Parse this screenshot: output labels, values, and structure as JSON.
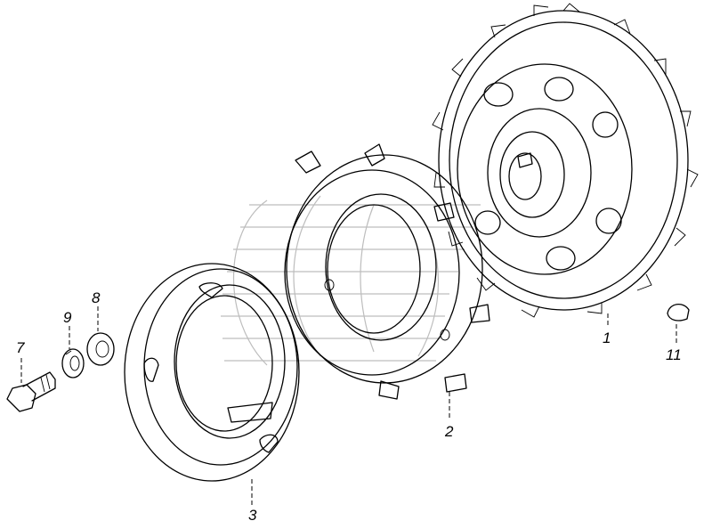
{
  "parts": [
    {
      "id": "gear",
      "label": "1"
    },
    {
      "id": "ring",
      "label": "2"
    },
    {
      "id": "flange",
      "label": "3"
    },
    {
      "id": "bolt",
      "label": "7"
    },
    {
      "id": "washer",
      "label": "8"
    },
    {
      "id": "lock-washer",
      "label": "9"
    },
    {
      "id": "key",
      "label": "11"
    }
  ],
  "colors": {
    "line": "#000000",
    "watermark": "#bdbdbd",
    "background": "#ffffff"
  }
}
